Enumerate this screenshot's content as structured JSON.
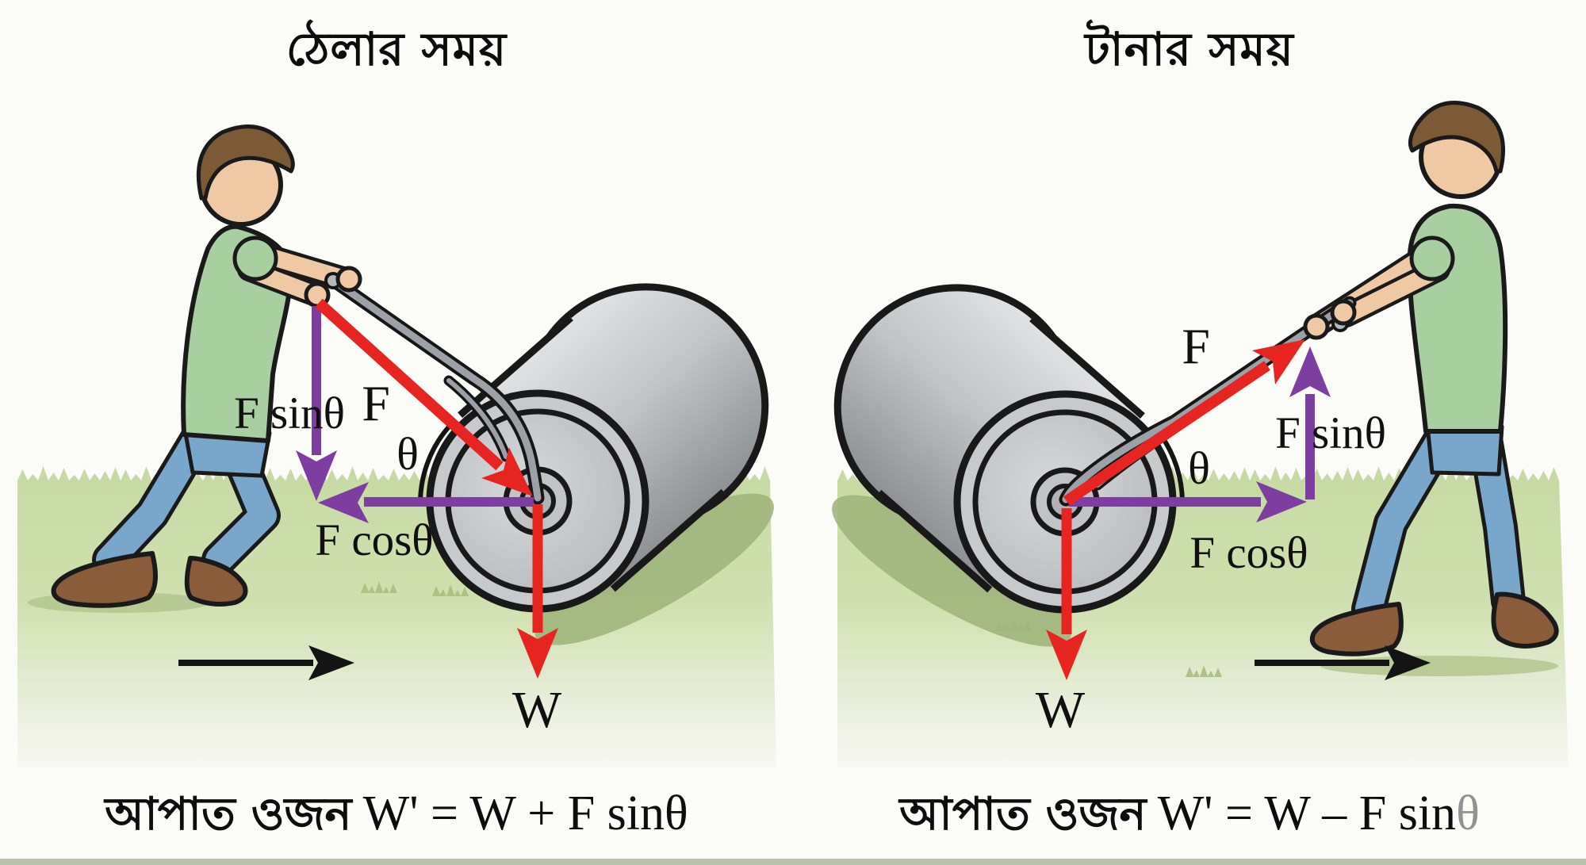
{
  "figure": {
    "left_panel": {
      "title": "ঠেলার সময়",
      "labels": {
        "force": "F",
        "angle": "θ",
        "vertical_component": "F sinθ",
        "horizontal_component": "F cosθ",
        "weight": "W"
      },
      "formula": {
        "prefix": "আপাত ওজন",
        "body": "W' = W + F sinθ"
      }
    },
    "right_panel": {
      "title": "টানার সময়",
      "labels": {
        "force": "F",
        "angle": "θ",
        "vertical_component": "F sinθ",
        "horizontal_component": "F cosθ",
        "weight": "W"
      },
      "formula": {
        "prefix": "আপাত ওজন",
        "body": "W' = W – F sin",
        "body_suffix_theta": "θ"
      }
    },
    "colors": {
      "force_arrow_red": "#e62420",
      "component_arrow_purple": "#7e3da0",
      "motion_arrow_black": "#141414",
      "grass_green": "#cadca6",
      "shirt_green": "#a7cfa0",
      "jeans_blue": "#79a7cb",
      "roller_gray": "#c6cacd",
      "formula_theta_gray": "#8f9393"
    }
  }
}
